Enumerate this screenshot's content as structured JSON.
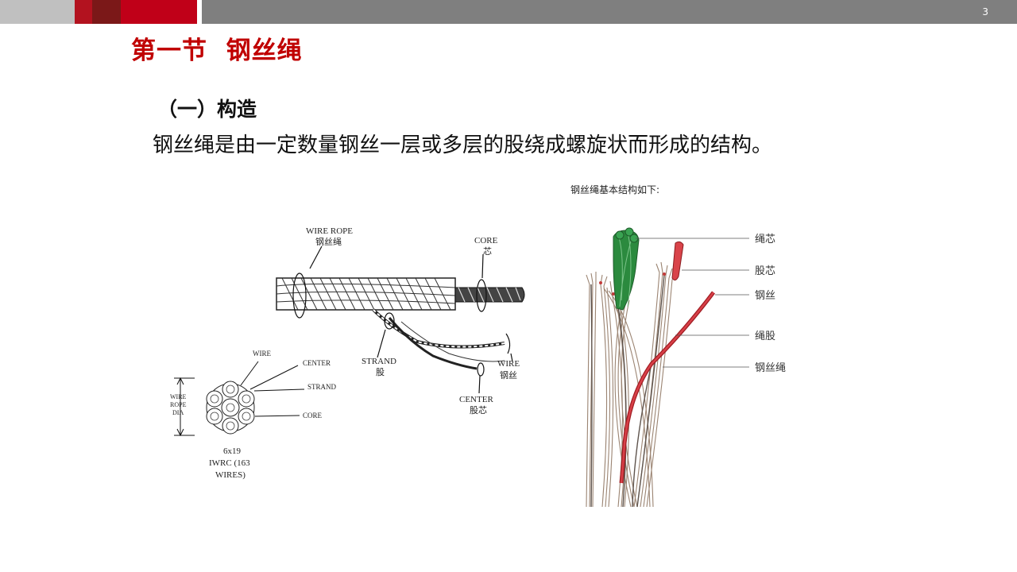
{
  "slide": {
    "number": "3",
    "title": "第一节  钢丝绳",
    "subheading": "（一）构造",
    "body": "钢丝绳是由一定数量钢丝一层或多层的股绕成螺旋状而形成的结构。"
  },
  "colors": {
    "accent": "#c00000",
    "dark_red": "#7b1818",
    "grey_bar": "#7f7f7f",
    "light_grey": "#c0c0c0"
  },
  "left_figure": {
    "wire_rope": "WIRE ROPE",
    "wire_rope_cn": "钢丝绳",
    "core": "CORE",
    "core_cn": "芯",
    "strand": "STRAND",
    "strand_cn": "股",
    "wire": "WIRE",
    "wire_cn": "钢丝",
    "center": "CENTER",
    "center_cn": "股芯",
    "cs_wire": "WIRE",
    "cs_center": "CENTER",
    "cs_strand": "STRAND",
    "cs_core": "CORE",
    "dia_1": "WIRE",
    "dia_2": "ROPE",
    "dia_3": "DIA",
    "spec_1": "6x19",
    "spec_2": "IWRC (163",
    "spec_3": "WIRES)"
  },
  "right_figure": {
    "caption": "钢丝绳基本结构如下:",
    "labels": [
      "绳芯",
      "股芯",
      "钢丝",
      "绳股",
      "钢丝绳"
    ]
  }
}
